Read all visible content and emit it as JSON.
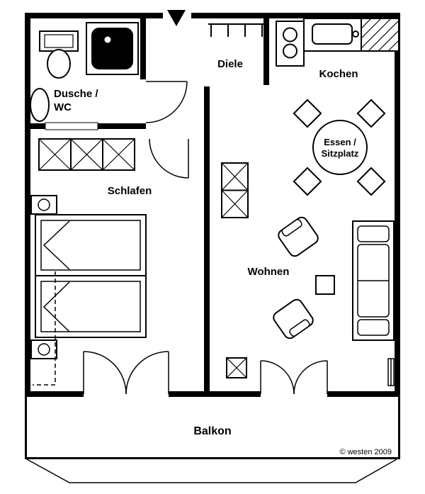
{
  "canvas": {
    "background": "#ffffff",
    "line_color": "#000000"
  },
  "rooms": {
    "bathroom": {
      "label_line1": "Dusche /",
      "label_line2": "WC"
    },
    "hallway": {
      "label": "Diele"
    },
    "kitchen": {
      "label": "Kochen"
    },
    "dining": {
      "label_line1": "Essen /",
      "label_line2": "Sitzplatz"
    },
    "bedroom": {
      "label": "Schlafen"
    },
    "living_room": {
      "label": "Wohnen"
    },
    "balcony": {
      "label": "Balkon"
    }
  },
  "credit": "© westen 2009"
}
